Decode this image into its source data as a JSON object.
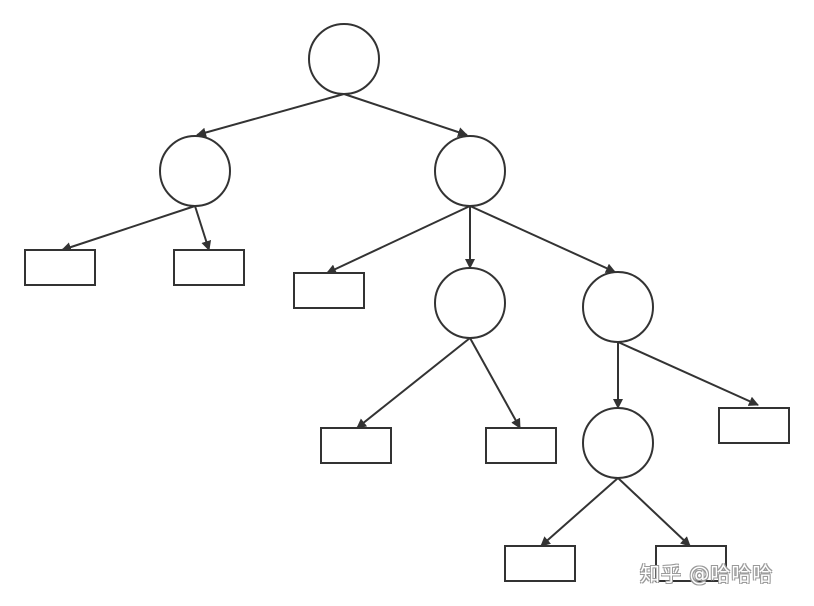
{
  "diagram": {
    "type": "tree",
    "colors": {
      "stroke": "#333333",
      "fill": "#ffffff"
    },
    "nodes": [
      {
        "id": "n1",
        "shape": "circle"
      },
      {
        "id": "n2",
        "shape": "circle"
      },
      {
        "id": "n3",
        "shape": "circle"
      },
      {
        "id": "r1",
        "shape": "rect"
      },
      {
        "id": "r2",
        "shape": "rect"
      },
      {
        "id": "r3",
        "shape": "rect"
      },
      {
        "id": "n4",
        "shape": "circle"
      },
      {
        "id": "n5",
        "shape": "circle"
      },
      {
        "id": "r4",
        "shape": "rect"
      },
      {
        "id": "r5",
        "shape": "rect"
      },
      {
        "id": "n6",
        "shape": "circle"
      },
      {
        "id": "r6",
        "shape": "rect"
      },
      {
        "id": "r7",
        "shape": "rect"
      },
      {
        "id": "r8",
        "shape": "rect"
      }
    ],
    "edges": [
      {
        "from": "n1",
        "to": "n2"
      },
      {
        "from": "n1",
        "to": "n3"
      },
      {
        "from": "n2",
        "to": "r1"
      },
      {
        "from": "n2",
        "to": "r2"
      },
      {
        "from": "n3",
        "to": "r3"
      },
      {
        "from": "n3",
        "to": "n4"
      },
      {
        "from": "n3",
        "to": "n5"
      },
      {
        "from": "n4",
        "to": "r4"
      },
      {
        "from": "n4",
        "to": "r5"
      },
      {
        "from": "n5",
        "to": "n6"
      },
      {
        "from": "n5",
        "to": "r6"
      },
      {
        "from": "n6",
        "to": "r7"
      },
      {
        "from": "n6",
        "to": "r8"
      }
    ]
  },
  "watermark": {
    "text": "知乎 @哈哈哈"
  }
}
